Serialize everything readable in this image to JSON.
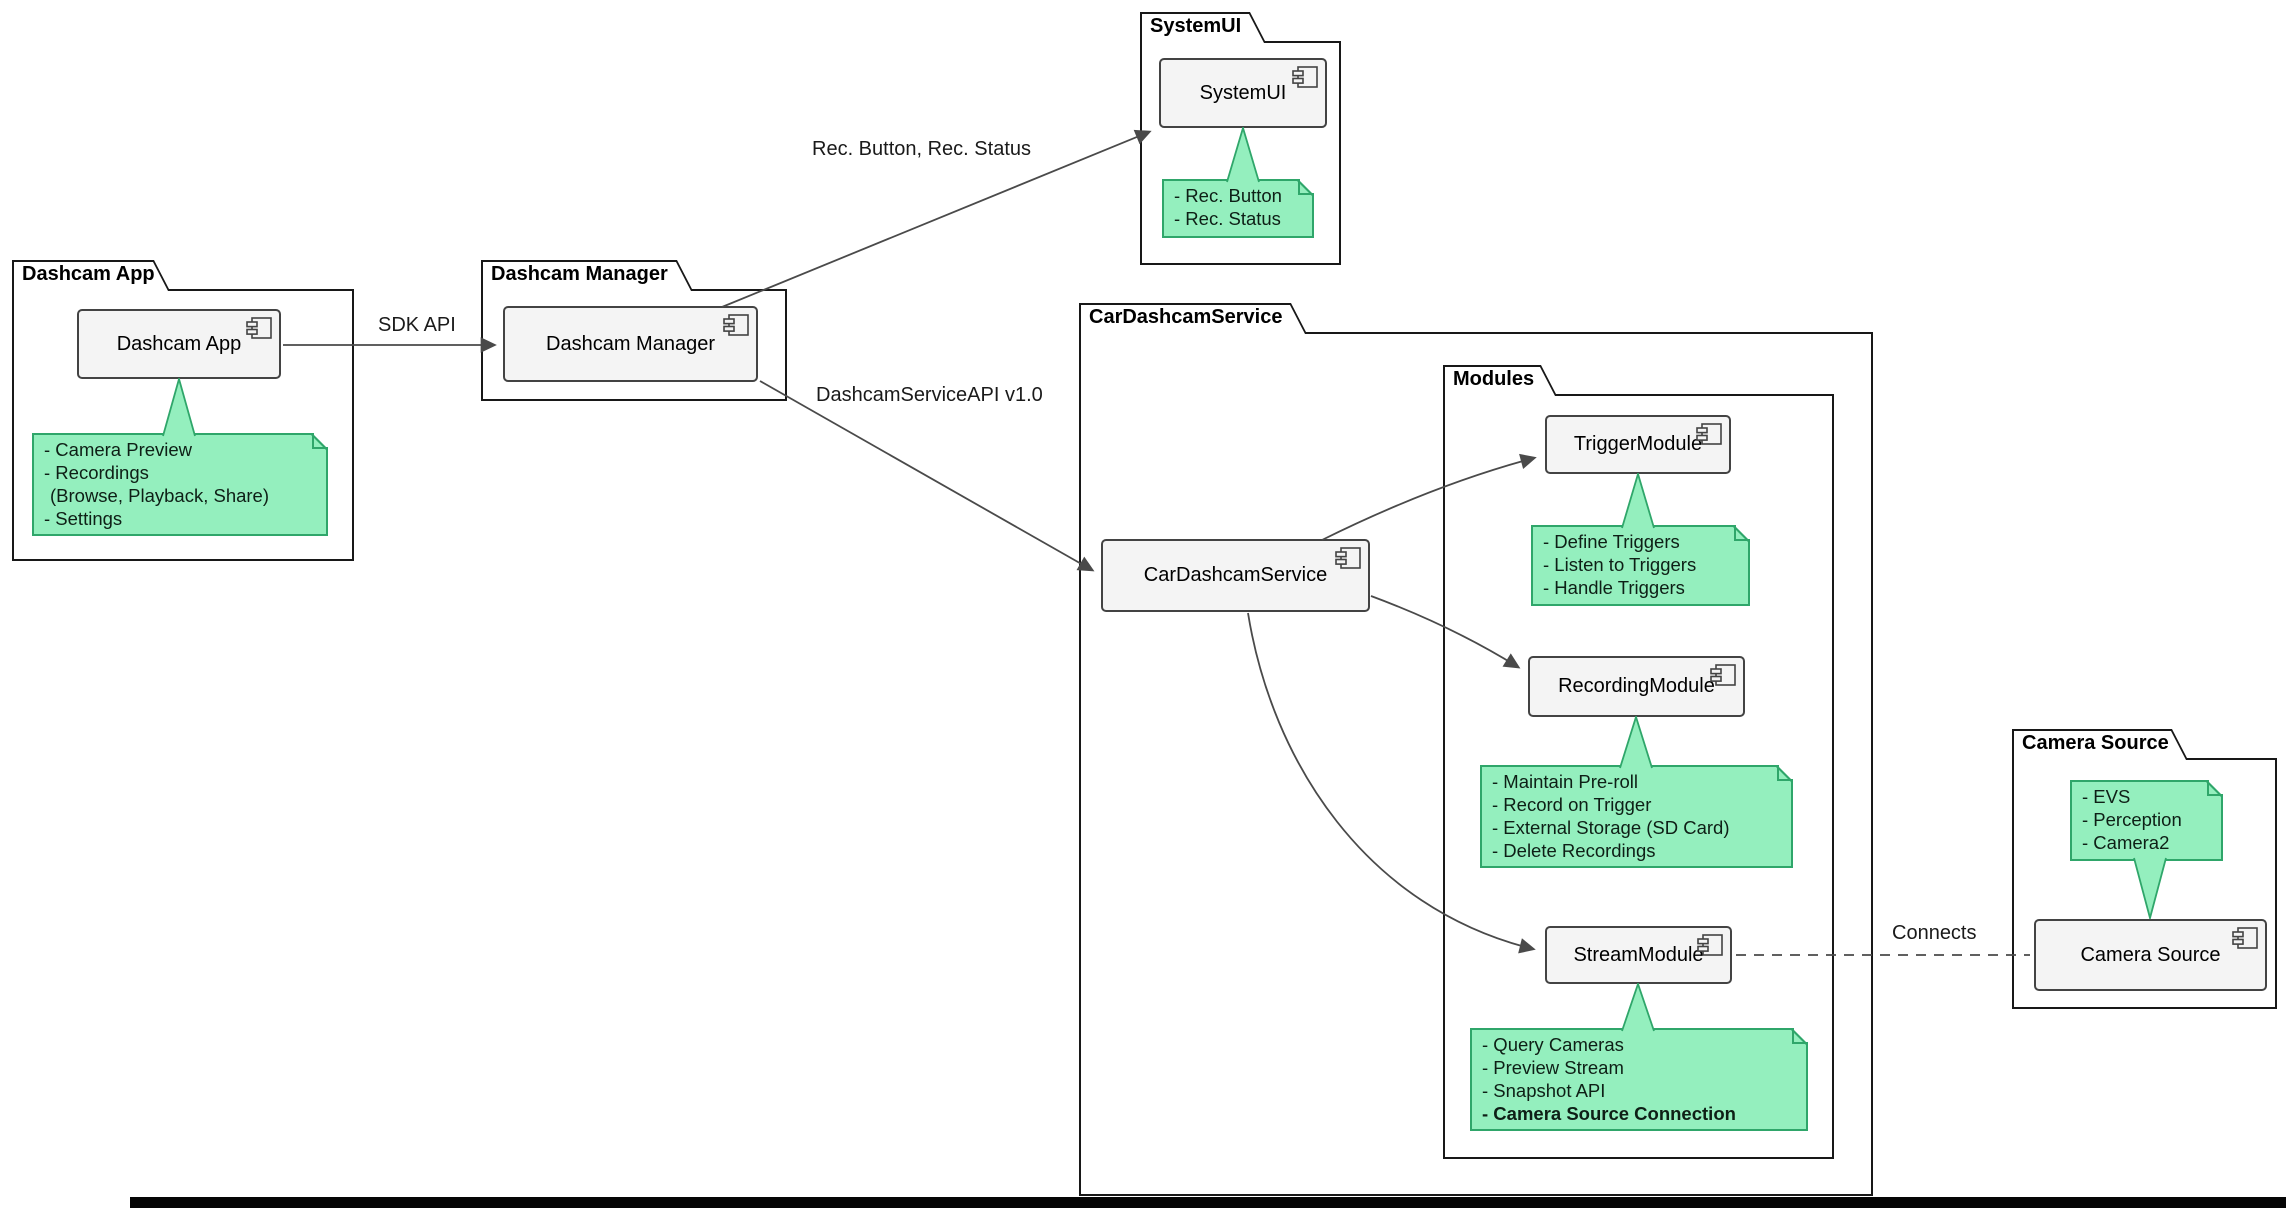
{
  "colors": {
    "note_bg": "#94EFBE",
    "note_border": "#2FA66A",
    "component_bg": "#F4F4F4",
    "component_border": "#434343",
    "package_border": "#181818",
    "arrow": "#4A4A4A"
  },
  "packages": {
    "dashcam_app": {
      "title": "Dashcam App"
    },
    "dashcam_manager": {
      "title": "Dashcam Manager"
    },
    "systemui": {
      "title": "SystemUI"
    },
    "car_dashcam_service": {
      "title": "CarDashcamService"
    },
    "modules": {
      "title": "Modules"
    },
    "camera_source": {
      "title": "Camera Source"
    }
  },
  "components": {
    "dashcam_app": {
      "label": "Dashcam App"
    },
    "dashcam_manager": {
      "label": "Dashcam Manager"
    },
    "systemui": {
      "label": "SystemUI"
    },
    "car_dashcam_service": {
      "label": "CarDashcamService"
    },
    "trigger_module": {
      "label": "TriggerModule"
    },
    "recording_module": {
      "label": "RecordingModule"
    },
    "stream_module": {
      "label": "StreamModule"
    },
    "camera_source": {
      "label": "Camera Source"
    }
  },
  "notes": {
    "dashcam_app": {
      "lines": [
        "- Camera Preview",
        "- Recordings",
        "(Browse, Playback, Share)",
        "- Settings"
      ]
    },
    "systemui": {
      "lines": [
        "- Rec. Button",
        "- Rec. Status"
      ]
    },
    "trigger_module": {
      "lines": [
        "- Define Triggers",
        "- Listen to Triggers",
        "- Handle Triggers"
      ]
    },
    "recording_module": {
      "lines": [
        "- Maintain Pre-roll",
        "- Record on Trigger",
        "- External Storage (SD Card)",
        "- Delete Recordings"
      ]
    },
    "stream_module": {
      "lines": [
        "- Query Cameras",
        "- Preview Stream",
        "- Snapshot API",
        "- Camera Source Connection"
      ]
    },
    "camera_source": {
      "lines": [
        "- EVS",
        "- Perception",
        "- Camera2"
      ]
    }
  },
  "edges": {
    "sdk_api": {
      "label": "SDK API"
    },
    "rec_button_status": {
      "label": "Rec. Button, Rec. Status"
    },
    "dashcam_service_api": {
      "label": "DashcamServiceAPI v1.0"
    },
    "connects": {
      "label": "Connects"
    }
  }
}
